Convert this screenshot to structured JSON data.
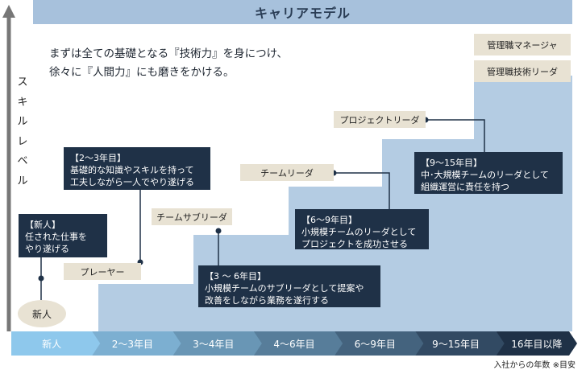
{
  "title": "キャリアモデル",
  "intro": {
    "line1": "まずは全ての基礎となる『技術力』を身につけ、",
    "line2": "徐々に『人間力』にも磨きをかける。"
  },
  "axis_label_chars": [
    "ス",
    "キ",
    "ル",
    "レ",
    "ベ",
    "ル"
  ],
  "roles": {
    "newcomer": "新人",
    "player": "プレーヤー",
    "sub_leader": "チームサブリーダ",
    "team_leader": "チームリーダ",
    "project_leader": "プロジェクトリーダ",
    "tech_leader": "管理職技術リーダ",
    "manager": "管理職マネージャ"
  },
  "descriptions": {
    "newcomer": [
      "【新人】",
      "任された仕事を",
      "やり遂げる"
    ],
    "y2_3": [
      "【2～3年目】",
      "基礎的な知識やスキルを持って",
      "工夫しながら一人でやり遂げる"
    ],
    "y3_6": [
      "【3 ～ 6年目】",
      "小規模チームのサブリーダとして提案や",
      "改善をしながら業務を遂行する"
    ],
    "y6_9": [
      "【6～9年目】",
      "小規模チームのリーダとして",
      "プロジェクトを成功させる"
    ],
    "y9_15": [
      "【9～15年目】",
      "中･大規模チームのリーダとして",
      "組織運営に責任を持つ"
    ]
  },
  "timeline": [
    "新人",
    "2～3年目",
    "3～4年目",
    "4～6年目",
    "6～9年目",
    "9～15年目",
    "16年目以降"
  ],
  "footnote": "入社からの年数 ※目安",
  "colors": {
    "title_bar": "#a7c1dc",
    "steps": "#b4cce3",
    "navy": "#1f3147",
    "tan": "#e8e2d3",
    "axis": "#777777",
    "timeline_start": "#8ec8ec",
    "timeline_end": "#1f3147"
  }
}
